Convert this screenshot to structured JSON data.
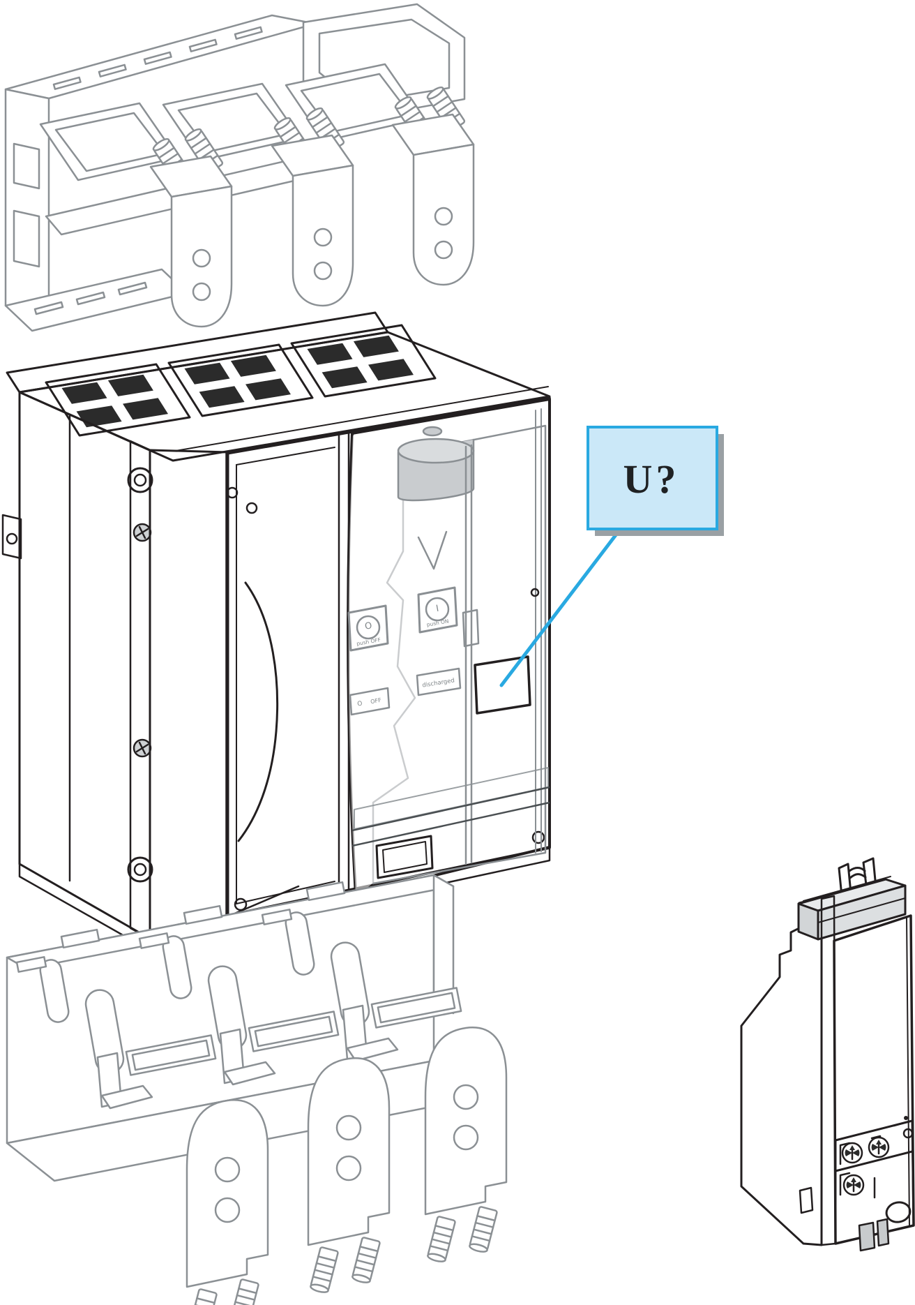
{
  "figure": {
    "kind": "exploded-view illustration of a molded-case circuit breaker with accessories",
    "callout": {
      "label": "U?"
    },
    "breaker": {
      "off_button_symbol": "O",
      "off_button_text": "push OFF",
      "on_button_symbol": "I",
      "on_button_text": "push ON",
      "spring_state_label": "discharged",
      "off_indicator_symbol": "O",
      "off_indicator_text": "OFF"
    },
    "colors": {
      "background": "#ffffff",
      "dark_outline": "#231f20",
      "grey_outline": "#8b9094",
      "mechanism_outline": "#7f8588",
      "body_fill": "#e4e6e8",
      "top_fill": "#e7e9eb",
      "cluster_fill": "#dfe2e4",
      "mechanism_fill": "#d3d6d8",
      "terminal_hole_fill": "#2b2b2b",
      "callout_fill": "#cbe8f8",
      "callout_border": "#29a9e1",
      "callout_shadow": "#9aa0a4",
      "leader_line": "#29a9e1"
    }
  }
}
